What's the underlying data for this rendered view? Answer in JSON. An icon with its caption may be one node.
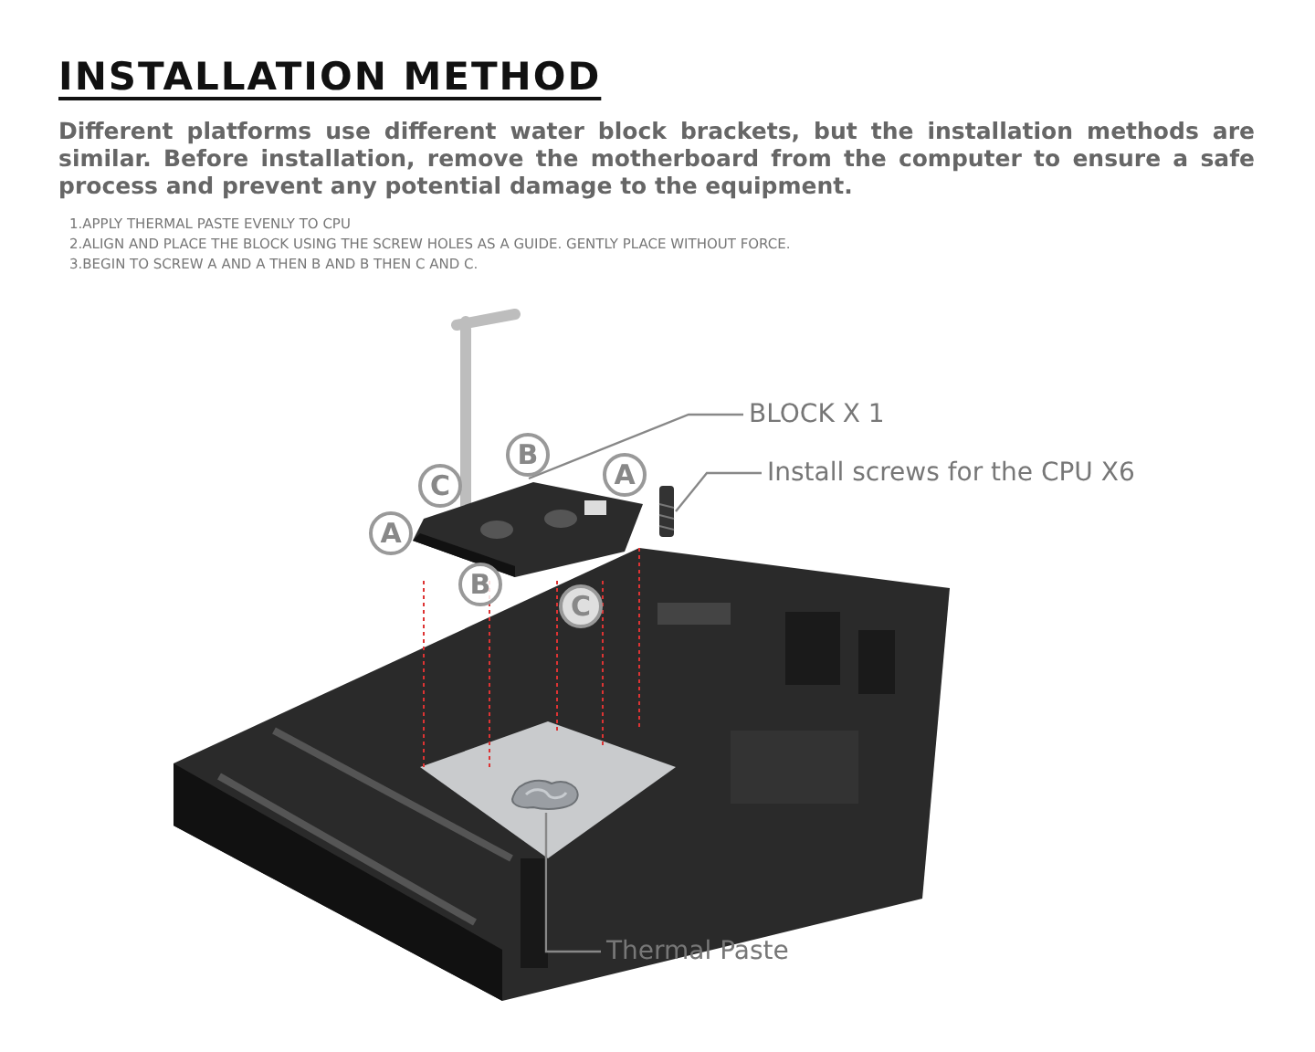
{
  "diagram": {
    "title": "INSTALLATION METHOD",
    "nodes": [
      {
        "text": [
          "BLOCK X 1"
        ]
      },
      {
        "text": [],
        "shape": "picture"
      },
      {
        "text": [
          "Install screws for the CPU X6"
        ]
      },
      {
        "text": [],
        "shape": "picture"
      },
      {
        "text": [
          "Thermal Paste"
        ]
      },
      {
        "text": [],
        "shape": "picture"
      },
      {
        "text": [
          "B"
        ]
      },
      {
        "text": [
          "A"
        ]
      },
      {
        "text": [
          "C"
        ]
      },
      {
        "text": [
          "A"
        ]
      },
      {
        "text": [
          "C"
        ]
      },
      {
        "text": [
          "B"
        ]
      }
    ],
    "edges": [
      {
        "from": 0,
        "to": 1,
        "arrow": "none"
      },
      {
        "from": 2,
        "to": 3,
        "arrow": "none"
      },
      {
        "from": 4,
        "to": 5,
        "arrow": "none"
      }
    ],
    "labels": [
      "Different platforms use different water block brackets, but the installation methods are similar. Before installation, remove the motherboard from the computer to ensure a safe process and prevent any potential damage to the equipment.",
      "1.APPLY THERMAL PASTE EVENLY TO CPU",
      "2.ALIGN AND PLACE THE BLOCK USING THE SCREW HOLES AS A GUIDE. GENTLY PLACE WITHOUT FORCE.",
      "3.BEGIN TO SCREW A AND A THEN B AND B THEN C AND C."
    ]
  }
}
